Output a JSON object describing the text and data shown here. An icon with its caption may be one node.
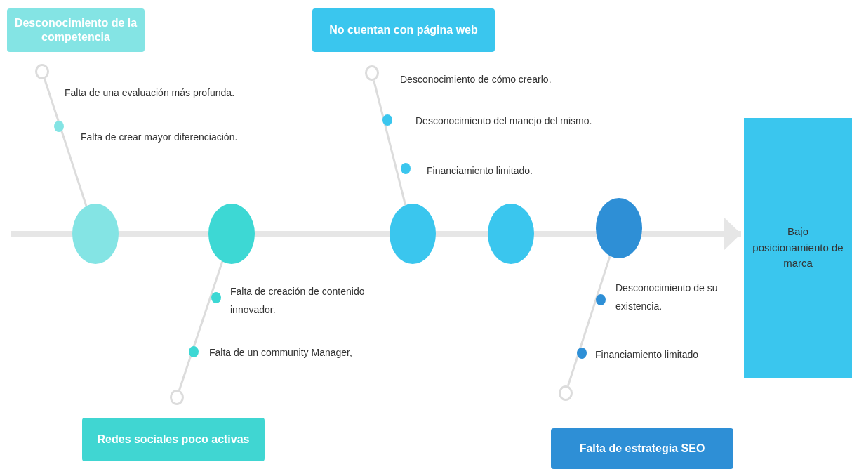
{
  "diagram": {
    "nodes": [
      {
        "text": [
          "Desconocimiento de la competencia"
        ]
      },
      {
        "text": [
          "No cuentan con página web"
        ]
      },
      {
        "text": [
          "Bajo posicionamiento de marca"
        ]
      },
      {
        "text": [
          "Redes sociales poco activas"
        ]
      },
      {
        "text": [
          "Falta de estrategia SEO"
        ]
      },
      {
        "text": [],
        "shape": "circle"
      },
      {
        "text": [],
        "shape": "circle"
      },
      {
        "text": [],
        "shape": "circle"
      },
      {
        "text": [],
        "shape": "circle"
      },
      {
        "text": [],
        "shape": "circle"
      },
      {
        "text": [],
        "shape": "circle"
      },
      {
        "text": [],
        "shape": "circle"
      },
      {
        "text": [],
        "shape": "circle"
      },
      {
        "text": [],
        "shape": "circle"
      }
    ],
    "edges": [
      {
        "from": null,
        "to": 2,
        "arrow": "to",
        "style": "thick"
      },
      {
        "from": 10,
        "to": 5,
        "arrow": "none"
      },
      {
        "from": 11,
        "to": 7,
        "arrow": "none"
      },
      {
        "from": 12,
        "to": 6,
        "arrow": "none"
      },
      {
        "from": 13,
        "to": 9,
        "arrow": "none"
      }
    ],
    "labels": [
      "Desconocimiento de cómo crearlo.",
      "Falta de una evaluación más profunda.",
      "Desconocimiento del manejo del mismo.",
      "Falta de crear mayor diferenciación.",
      "Financiamiento limitado.",
      "Falta de creación de contenido innovador.",
      "Desconocimiento de su existencia.",
      "Falta de un community Manager,",
      "Financiamiento limitado"
    ]
  }
}
